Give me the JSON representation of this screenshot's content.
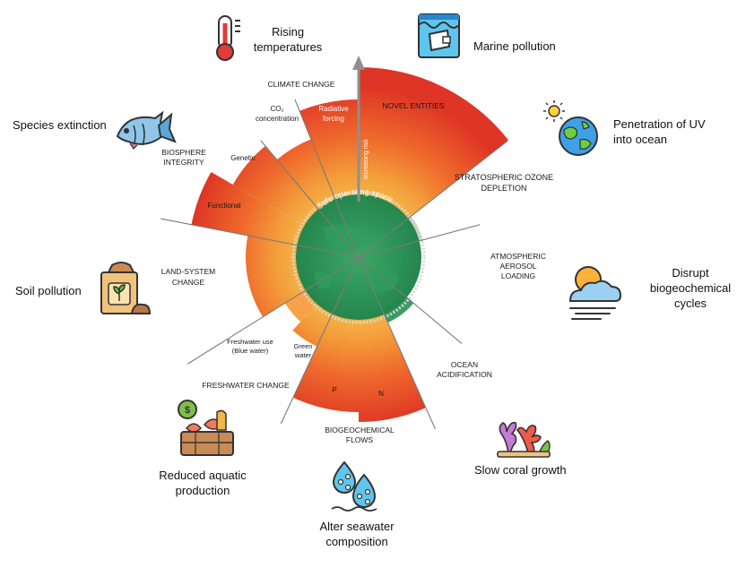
{
  "boundaries": {
    "climate_change": "CLIMATE CHANGE",
    "co2_1": "CO₂",
    "co2_2": "concentration",
    "radiative_1": "Radiative",
    "radiative_2": "forcing",
    "novel_entities": "NOVEL ENTITIES",
    "strat_ozone_1": "STRATOSPHERIC OZONE",
    "strat_ozone_2": "DEPLETION",
    "aerosol_1": "ATMOSPHERIC",
    "aerosol_2": "AEROSOL",
    "aerosol_3": "LOADING",
    "ocean_acid_1": "OCEAN",
    "ocean_acid_2": "ACIDIFICATION",
    "biogeo_1": "BIOGEOCHEMICAL",
    "biogeo_2": "FLOWS",
    "n": "N",
    "p": "P",
    "green_water_1": "Green",
    "green_water_2": "water",
    "blue_water_1": "Freshwater use",
    "blue_water_2": "(Blue water)",
    "freshwater_change": "FRESHWATER CHANGE",
    "land_system_1": "LAND-SYSTEM",
    "land_system_2": "CHANGE",
    "biosphere_1": "BIOSPHERE",
    "biosphere_2": "INTEGRITY",
    "functional": "Functional",
    "genetic": "Genetic",
    "safe_space": "Safe operating space",
    "increasing_risk": "increasing risk"
  },
  "impacts": {
    "rising_temp_1": "Rising",
    "rising_temp_2": "temperatures",
    "marine_pollution": "Marine pollution",
    "uv_1": "Penetration of UV",
    "uv_2": "into ocean",
    "species_extinction": "Species extinction",
    "disrupt_1": "Disrupt",
    "disrupt_2": "biogeochemical",
    "disrupt_3": "cycles",
    "soil_pollution": "Soil pollution",
    "coral": "Slow coral growth",
    "seawater_1": "Alter seawater",
    "seawater_2": "composition",
    "aquatic_1": "Reduced aquatic",
    "aquatic_2": "production"
  },
  "icons": [
    "thermometer-icon",
    "marine-pollution-icon",
    "uv-earth-icon",
    "fish-icon",
    "weather-cloud-icon",
    "soil-sack-icon",
    "coral-icon",
    "water-drops-icon",
    "fish-basket-icon"
  ],
  "colors": {
    "safe_green": "#2e9a5c",
    "red": "#e0392a",
    "orange": "#f2742c",
    "light_orange": "#f7a24a",
    "grey": "#c8c8c8"
  }
}
